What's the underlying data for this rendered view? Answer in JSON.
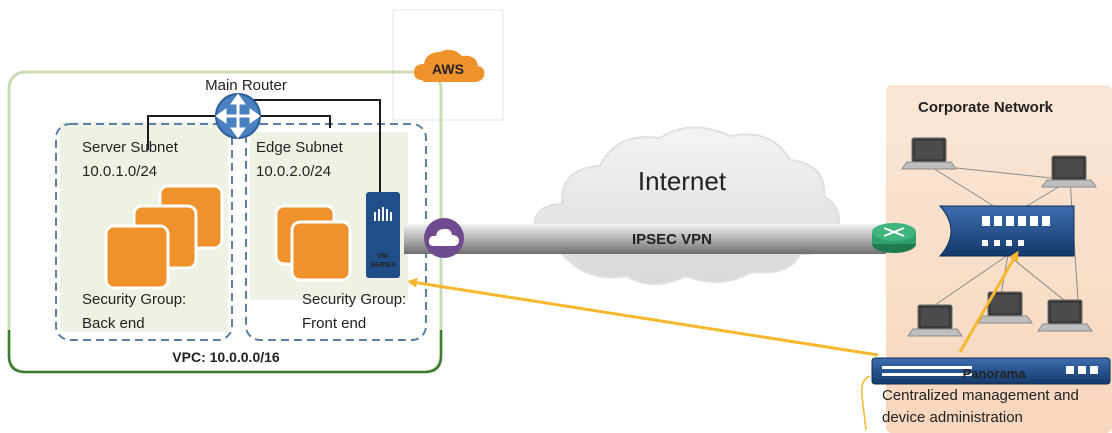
{
  "aws_badge": "AWS",
  "main_router": "Main Router",
  "server_subnet": {
    "name": "Server Subnet",
    "cidr": "10.0.1.0/24"
  },
  "edge_subnet": {
    "name": "Edge Subnet",
    "cidr": "10.0.2.0/24"
  },
  "sg_back": {
    "line1": "Security Group:",
    "line2": "Back end"
  },
  "sg_front": {
    "line1": "Security Group:",
    "line2": "Front end"
  },
  "vpc_label": "VPC: 10.0.0.0/16",
  "vm_series_label": {
    "line1": "VM-",
    "line2": "SERIES"
  },
  "internet_label": "Internet",
  "vpn_label": "IPSEC VPN",
  "corporate_title": "Corporate Network",
  "panorama_label": "Panorama",
  "panorama_caption": {
    "line1": "Centralized management and",
    "line2": "device administration"
  },
  "colors": {
    "vpc_border": "#5a8a3a",
    "vpc_border_light": "#c8dcb4",
    "subnet_fill": "#eef2e4",
    "subnet_dash": "#5b7fa6",
    "instance_orange": "#f0922b",
    "router_blue": "#4a7fc0",
    "aws_orange": "#f0922b",
    "corporate_bg": "#fbe3cf",
    "firewall_navy": "#1f4e88",
    "arrow_yellow": "#f5b82e",
    "vpn_gray": "#9e9e9e",
    "cloud_icon_purple": "#6f4a8e",
    "green_router": "#2e9e6a"
  }
}
